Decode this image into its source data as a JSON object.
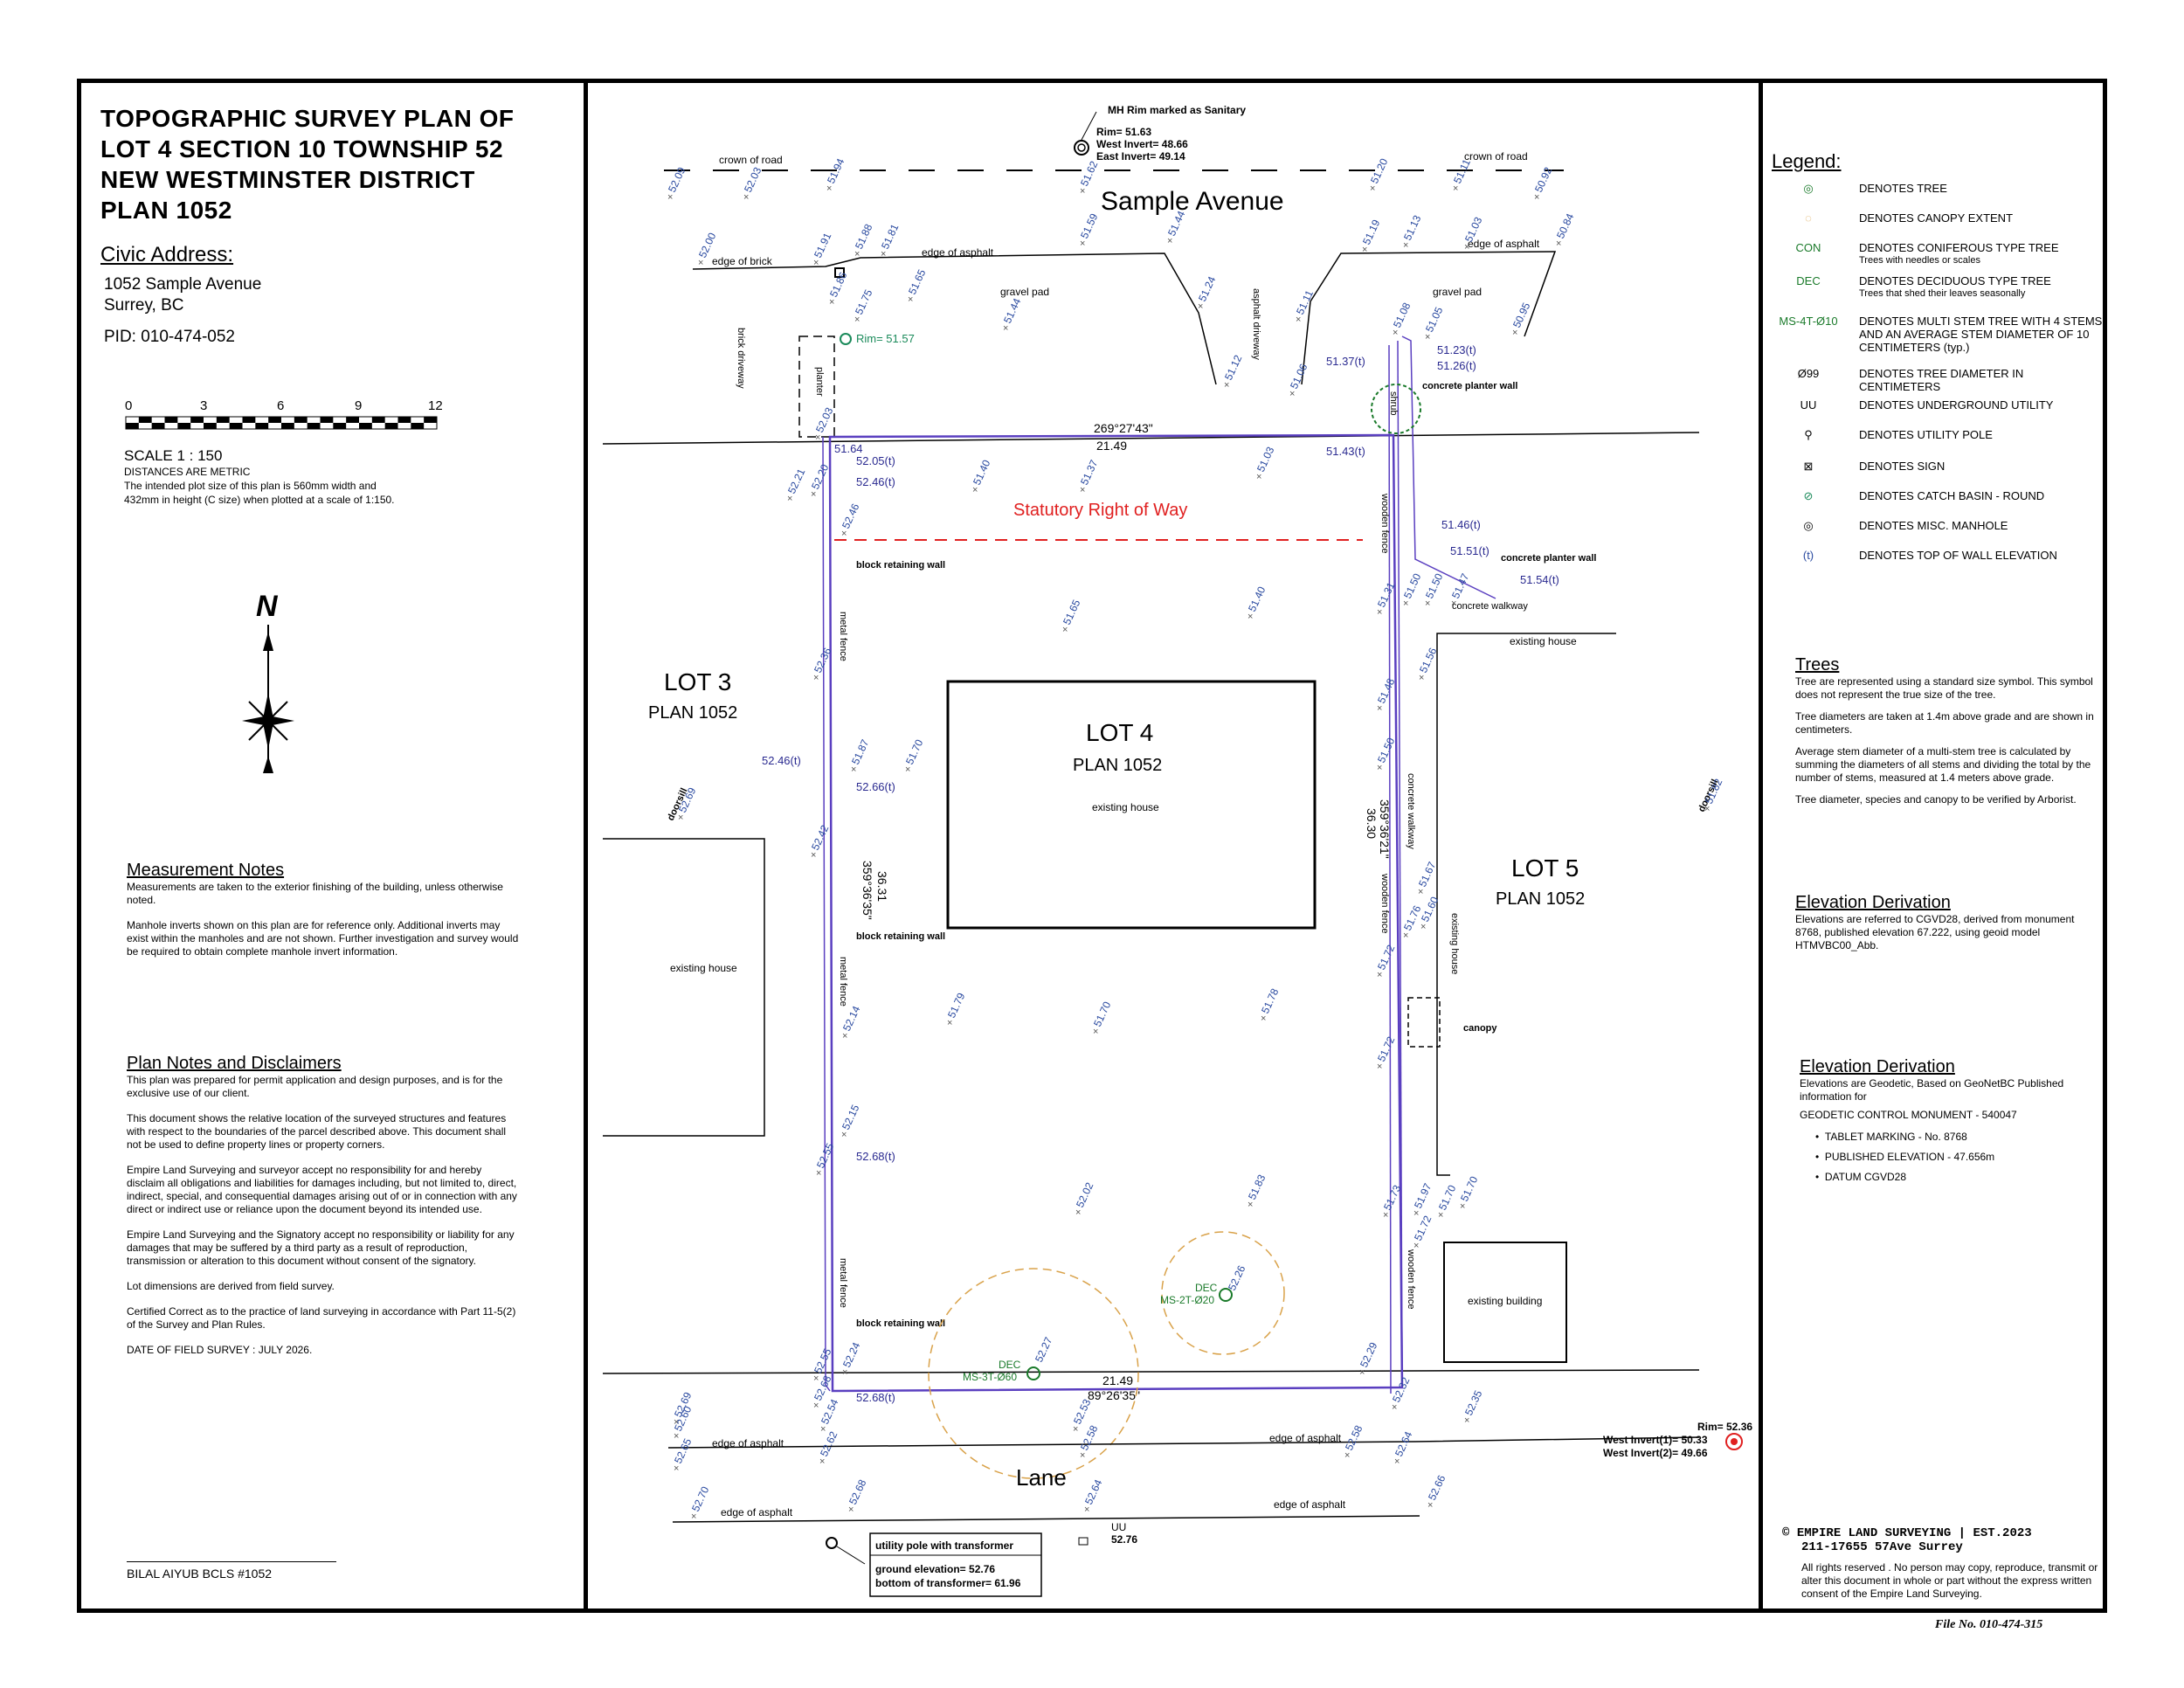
{
  "title": {
    "line1": "TOPOGRAPHIC SURVEY PLAN OF",
    "line2": "LOT 4 SECTION 10 TOWNSHIP 52",
    "line3": "NEW WESTMINSTER DISTRICT",
    "line4": "PLAN 1052"
  },
  "civic": {
    "heading": "Civic Address:",
    "address1": "1052 Sample Avenue",
    "address2": "Surrey, BC",
    "pid": "PID: 010-474-052"
  },
  "scale_bar": {
    "ticks": [
      "0",
      "3",
      "6",
      "9",
      "12"
    ],
    "scale": "SCALE  1 : 150",
    "note1": "DISTANCES ARE METRIC",
    "note2": "The intended plot size of this plan is 560mm width and",
    "note3": "432mm in height (C size) when plotted at a scale of 1:150."
  },
  "north": {
    "label": "N"
  },
  "measurement": {
    "heading": "Measurement Notes",
    "p1": "Measurements are taken to the exterior finishing of the building, unless otherwise noted.",
    "p2": "Manhole inverts shown on this plan are for reference only. Additional inverts may exist within the manholes and are not shown. Further investigation and survey would be required to obtain complete manhole invert information."
  },
  "plan_notes": {
    "heading": "Plan Notes and Disclaimers",
    "p1": "This plan was prepared for permit application and design purposes, and is for the exclusive use of our client.",
    "p2": "This document shows the relative location of the surveyed structures and features with respect to the boundaries of the parcel described above. This document shall not be used to define property lines or property corners.",
    "p3": "Empire Land Surveying and surveyor accept no responsibility for and hereby disclaim all obligations and liabilities for damages including, but not limited to, direct, indirect, special, and consequential damages arising out of or in connection with any direct or indirect use or reliance upon the document beyond its intended use.",
    "p4": "Empire Land Surveying and the Signatory accept no responsibility or liability for any damages that may be suffered by a third party as a result of reproduction, transmission or alteration to this document without consent of the signatory.",
    "p5": "Lot dimensions are derived from field survey.",
    "p6": "Certified Correct as to the practice of land surveying in accordance with Part 11-5(2) of the Survey and Plan Rules.",
    "p7": "DATE OF FIELD SURVEY :    JULY 2026."
  },
  "signature": {
    "name": "BILAL   AIYUB   BCLS #1052"
  },
  "legend": {
    "heading": "Legend:",
    "items": [
      {
        "sym": "◎",
        "text": "DENOTES TREE"
      },
      {
        "sym": "◌",
        "text": "DENOTES CANOPY EXTENT"
      },
      {
        "sym": "CON",
        "text": "DENOTES CONIFEROUS TYPE TREE",
        "sub": "Trees with needles or scales"
      },
      {
        "sym": "DEC",
        "text": "DENOTES DECIDUOUS TYPE TREE",
        "sub": "Trees that shed their leaves seasonally"
      },
      {
        "sym": "MS-4T-Ø10",
        "text": "DENOTES MULTI STEM TREE WITH 4 STEMS AND AN AVERAGE STEM DIAMETER OF 10 CENTIMETERS (typ.)"
      },
      {
        "sym": "Ø99",
        "text": "DENOTES TREE DIAMETER IN CENTIMETERS"
      },
      {
        "sym": "UU",
        "text": "DENOTES  UNDERGROUND UTILITY"
      },
      {
        "sym": "⚲",
        "text": "DENOTES UTILITY POLE"
      },
      {
        "sym": "⊠",
        "text": "DENOTES SIGN"
      },
      {
        "sym": "⊘",
        "text": "DENOTES CATCH BASIN - ROUND"
      },
      {
        "sym": "◎",
        "text": "DENOTES MISC. MANHOLE"
      },
      {
        "sym": "(t)",
        "text": "DENOTES TOP OF WALL ELEVATION"
      }
    ]
  },
  "trees": {
    "heading": "Trees",
    "p1": "Tree are represented using a standard size symbol. This symbol does not represent the true size of the tree.",
    "p2": "Tree diameters are taken at 1.4m above grade and are shown in centimeters.",
    "p3": "Average stem diameter of a multi-stem tree is calculated by summing the diameters of all stems and dividing the total by the number of stems, measured at 1.4 meters above grade.",
    "p4": "Tree diameter, species and canopy to be verified by Arborist."
  },
  "elev1": {
    "heading": "Elevation Derivation",
    "p1": "Elevations are referred to CGVD28, derived from monument 8768,  published elevation 67.222, using geoid model HTMVBC00_Abb."
  },
  "elev2": {
    "heading": "Elevation Derivation",
    "p1": "Elevations are Geodetic, Based on GeoNetBC Published information for",
    "p2": "GEODETIC CONTROL MONUMENT - 540047",
    "b1": "TABLET MARKING   - No. 8768",
    "b2": "PUBLISHED ELEVATION    - 47.656m",
    "b3": "DATUM CGVD28"
  },
  "company": {
    "name": "EMPIRE LAND SURVEYING | EST.2023",
    "address": "211-17655 57Ave Surrey",
    "rights": "All rights reserved . No person may copy, reproduce, transmit or alter this document in whole or part without the express written consent of the Empire Land Surveying.",
    "file": "File No. 010-474-315"
  },
  "plan": {
    "street_top": "Sample Avenue",
    "street_bottom": "Lane",
    "lot3": "LOT 3",
    "lot3_plan": "PLAN 1052",
    "lot4": "LOT 4",
    "lot4_plan": "PLAN 1052",
    "lot5": "LOT 5",
    "lot5_plan": "PLAN 1052",
    "existing_house": "existing house",
    "existing_building": "existing building",
    "sro": "Statutory Right of Way",
    "crown": "crown of road",
    "edge_asphalt": "edge of asphalt",
    "edge_brick": "edge of brick",
    "gravel_pad": "gravel pad",
    "asphalt_driveway": "asphalt driveway",
    "brick_driveway": "brick driveway",
    "planter": "planter",
    "metal_fence": "metal fence",
    "wooden_fence": "wooden fence",
    "block_wall": "block retaining wall",
    "concrete_planter": "concrete planter wall",
    "concrete_walkway": "concrete walkway",
    "canopy": "canopy",
    "shrub": "shrub",
    "doorsill": "doorsill",
    "bearing_top": "269°27'43\"",
    "dist_top": "21.49",
    "bearing_bottom": "89°26'35\"",
    "dist_bottom": "21.49",
    "bearing_left": "359°36'35\"",
    "dist_left": "36.31",
    "bearing_right": "359°36'21\"",
    "dist_right": "36.30",
    "mh_title": "MH Rim marked as Sanitary",
    "mh_rim": "Rim= 51.63",
    "mh_west": "West Invert= 48.66",
    "mh_east": "East Invert= 49.14",
    "mh2_rim": "Rim= 52.36",
    "mh2_w1": "West Invert(1)= 50.33",
    "mh2_w2": "West Invert(2)= 49.66",
    "cb_rim": "Rim= 51.57",
    "pole_label": "utility pole with transformer",
    "pole_ground": "ground elevation= 52.76",
    "pole_bottom": "bottom of transformer= 61.96",
    "uu": "UU",
    "uu_elev": "52.76",
    "tree1_type": "DEC",
    "tree1_ms": "MS-3T-Ø60",
    "tree1_elev": "52.27",
    "tree2_type": "DEC",
    "tree2_ms": "MS-2T-Ø20",
    "tree2_elev": "52.26",
    "spots": [
      {
        "t": "52.09"
      },
      {
        "t": "52.03"
      },
      {
        "t": "51.94"
      },
      {
        "t": "51.62"
      },
      {
        "t": "51.20"
      },
      {
        "t": "51.11"
      },
      {
        "t": "50.92"
      },
      {
        "t": "52.00"
      },
      {
        "t": "51.91"
      },
      {
        "t": "51.88"
      },
      {
        "t": "51.81"
      },
      {
        "t": "51.59"
      },
      {
        "t": "51.44"
      },
      {
        "t": "51.19"
      },
      {
        "t": "51.13"
      },
      {
        "t": "51.03"
      },
      {
        "t": "50.84"
      },
      {
        "t": "51.86"
      },
      {
        "t": "51.75"
      },
      {
        "t": "51.65"
      },
      {
        "t": "51.44"
      },
      {
        "t": "51.24"
      },
      {
        "t": "51.12"
      },
      {
        "t": "51.11"
      },
      {
        "t": "51.08"
      },
      {
        "t": "51.05"
      },
      {
        "t": "50.95"
      },
      {
        "t": "51.06"
      },
      {
        "t": "52.03"
      },
      {
        "t": "52.21"
      },
      {
        "t": "52.20"
      },
      {
        "t": "51.40"
      },
      {
        "t": "51.37"
      },
      {
        "t": "51.03"
      },
      {
        "t": "52.46"
      },
      {
        "t": "51.65"
      },
      {
        "t": "51.40"
      },
      {
        "t": "51.31"
      },
      {
        "t": "51.50"
      },
      {
        "t": "51.50"
      },
      {
        "t": "51.47"
      },
      {
        "t": "52.36"
      },
      {
        "t": "51.48"
      },
      {
        "t": "51.56"
      },
      {
        "t": "51.87"
      },
      {
        "t": "51.70"
      },
      {
        "t": "51.50"
      },
      {
        "t": "52.42"
      },
      {
        "t": "51.67"
      },
      {
        "t": "51.72"
      },
      {
        "t": "51.76"
      },
      {
        "t": "51.60"
      },
      {
        "t": "52.14"
      },
      {
        "t": "51.79"
      },
      {
        "t": "51.70"
      },
      {
        "t": "51.78"
      },
      {
        "t": "51.72"
      },
      {
        "t": "52.55"
      },
      {
        "t": "52.15"
      },
      {
        "t": "52.02"
      },
      {
        "t": "51.83"
      },
      {
        "t": "51.73"
      },
      {
        "t": "51.97"
      },
      {
        "t": "51.70"
      },
      {
        "t": "51.70"
      },
      {
        "t": "51.72"
      },
      {
        "t": "52.55"
      },
      {
        "t": "52.24"
      },
      {
        "t": "52.29"
      },
      {
        "t": "52.69"
      },
      {
        "t": "52.68"
      },
      {
        "t": "52.60"
      },
      {
        "t": "52.54"
      },
      {
        "t": "52.53"
      },
      {
        "t": "52.58"
      },
      {
        "t": "52.32"
      },
      {
        "t": "52.35"
      },
      {
        "t": "52.65"
      },
      {
        "t": "52.62"
      },
      {
        "t": "52.58"
      },
      {
        "t": "52.64"
      },
      {
        "t": "52.70"
      },
      {
        "t": "52.68"
      },
      {
        "t": "52.64"
      },
      {
        "t": "52.66"
      },
      {
        "t": "52.69"
      },
      {
        "t": "51.82"
      }
    ],
    "walls": [
      "52.05(t)",
      "52.46(t)",
      "51.64",
      "52.46(t)",
      "52.66(t)",
      "52.68(t)",
      "52.68(t)",
      "51.23(t)",
      "51.26(t)",
      "51.37(t)",
      "51.43(t)",
      "51.46(t)",
      "51.51(t)",
      "51.54(t)"
    ]
  }
}
